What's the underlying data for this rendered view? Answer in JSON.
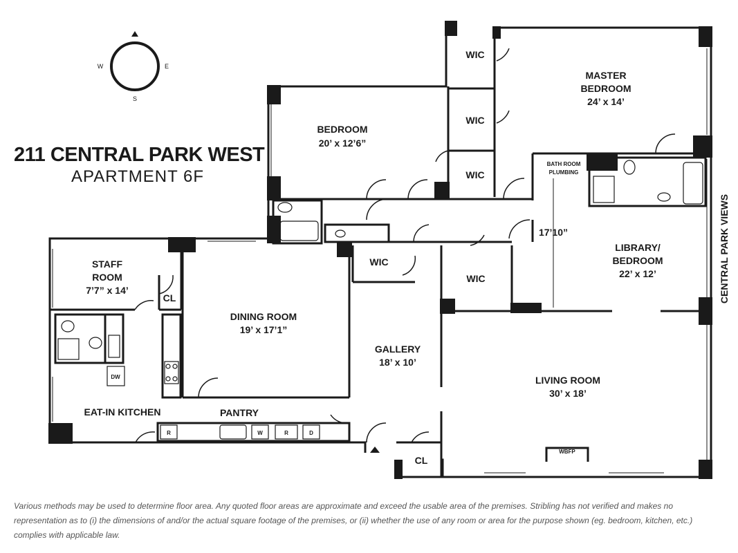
{
  "title": {
    "name": "211 CENTRAL PARK WEST",
    "unit": "APARTMENT 6F"
  },
  "compass": {
    "west": "W",
    "east": "E",
    "south": "S"
  },
  "views_label": "CENTRAL PARK VIEWS",
  "rooms": {
    "master_bedroom": {
      "name": "MASTER",
      "name2": "BEDROOM",
      "size": "24’ x 14’"
    },
    "bedroom": {
      "name": "BEDROOM",
      "size": "20’ x 12’6”"
    },
    "library": {
      "name": "LIBRARY/",
      "name2": "BEDROOM",
      "size": "22’ x 12’"
    },
    "staff": {
      "name": "STAFF",
      "name2": "ROOM",
      "size": "7’7” x 14’"
    },
    "dining": {
      "name": "DINING ROOM",
      "size": "19’ x 17’1”"
    },
    "gallery": {
      "name": "GALLERY",
      "size": "18’ x 10’"
    },
    "living": {
      "name": "LIVING ROOM",
      "size": "30’ x 18’"
    },
    "kitchen": {
      "name": "EAT-IN KITCHEN"
    },
    "pantry": {
      "name": "PANTRY"
    }
  },
  "labels": {
    "wic": "WIC",
    "cl": "CL",
    "wbfp": "WBFP",
    "dw": "DW",
    "r": "R",
    "w": "W",
    "d": "D",
    "bath_plumbing_1": "BATH ROOM",
    "bath_plumbing_2": "PLUMBING",
    "dimension": "17’10”"
  },
  "disclaimer": "Various methods may be used to determine floor area. Any quoted floor areas are approximate and exceed the usable area of the premises. Stribling has not verified and makes no representation as to (i) the dimensions of and/or the actual square footage of the premises, or (ii) whether the use of any room or area for the purpose shown (eg. bedroom, kitchen, etc.) complies with applicable law."
}
